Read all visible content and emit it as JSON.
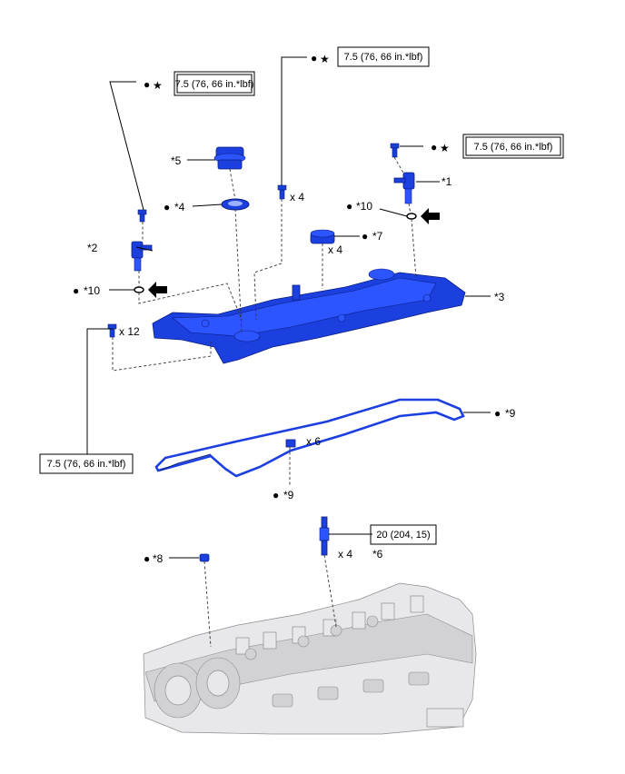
{
  "torque": {
    "t1": "7.5 (76, 66 in.*lbf)",
    "t2": "7.5 (76, 66 in.*lbf)",
    "t3": "7.5 (76, 66 in.*lbf)",
    "t4": "7.5 (76, 66 in.*lbf)",
    "t5": "20 (204, 15)"
  },
  "callouts": {
    "c1": "*1",
    "c2": "*2",
    "c3": "*3",
    "c4": "*4",
    "c5": "*5",
    "c6": "*6",
    "c7": "*7",
    "c8": "*8",
    "c9a": "*9",
    "c9b": "*9",
    "c10a": "*10",
    "c10b": "*10"
  },
  "quantities": {
    "bolts_center": "x 4",
    "oil_fill_cap": "x 4",
    "cover_bolts": "x 12",
    "gasket_seals": "x 6",
    "spark_plugs": "x 4"
  },
  "symbols": {
    "dot": "●",
    "star": "★"
  },
  "colors": {
    "part_blue": "#1c3fe0",
    "engine_gray": "#e8e8ea"
  }
}
